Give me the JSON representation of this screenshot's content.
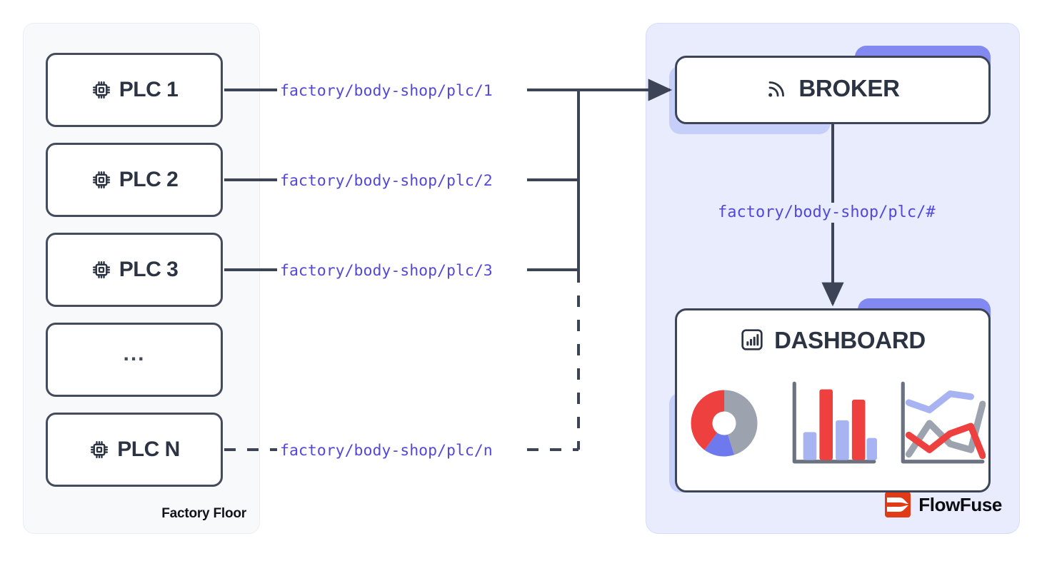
{
  "diagram": {
    "title": "MQTT factory topics to broker and dashboard",
    "colors": {
      "stroke": "#3c4455",
      "topic_text": "#5348d8",
      "panel_left_bg": "#f8f9fb",
      "panel_right_bg": "#e8ecfd",
      "shadow_dark": "#8289f0",
      "shadow_light": "#c6cffa",
      "chart_red": "#ef4040",
      "chart_blue": "#a8b4f2",
      "chart_periwinkle": "#6e79ee",
      "chart_gray": "#9ca3ae",
      "brand_orange": "#e03a16"
    }
  },
  "left_panel": {
    "label": "Factory Floor",
    "devices": [
      {
        "name": "PLC 1",
        "icon": "cpu-chip-icon",
        "has_icon": true
      },
      {
        "name": "PLC 2",
        "icon": "cpu-chip-icon",
        "has_icon": true
      },
      {
        "name": "PLC 3",
        "icon": "cpu-chip-icon",
        "has_icon": true
      },
      {
        "name": "...",
        "icon": "ellipsis",
        "has_icon": false
      },
      {
        "name": "PLC N",
        "icon": "cpu-chip-icon",
        "has_icon": true
      }
    ]
  },
  "topics": {
    "publish": [
      "factory/body-shop/plc/1",
      "factory/body-shop/plc/2",
      "factory/body-shop/plc/3",
      "factory/body-shop/plc/n"
    ],
    "subscribe": "factory/body-shop/plc/#"
  },
  "right_panel": {
    "broker": {
      "label": "BROKER",
      "icon": "signal-rss-icon"
    },
    "dashboard": {
      "label": "DASHBOARD",
      "icon": "bar-chart-square-icon"
    },
    "brand": {
      "name": "FlowFuse",
      "icon": "flowfuse-logo-icon"
    }
  },
  "chart_data": [
    {
      "type": "pie",
      "title": "",
      "labels": [
        "gray",
        "red",
        "periwinkle"
      ],
      "values": [
        45,
        40,
        15
      ],
      "colors": [
        "#9ca3ae",
        "#ef4040",
        "#6e79ee"
      ],
      "donut": true
    },
    {
      "type": "bar",
      "title": "",
      "categories": [
        "1",
        "2",
        "3",
        "4",
        "5"
      ],
      "values": [
        38,
        100,
        58,
        84,
        30
      ],
      "colors": [
        "#a8b4f2",
        "#ef4040",
        "#a8b4f2",
        "#ef4040",
        "#a8b4f2"
      ],
      "ylim": [
        0,
        100
      ],
      "grid": false
    },
    {
      "type": "line",
      "title": "",
      "x": [
        0,
        1,
        2,
        3,
        4
      ],
      "series": [
        {
          "name": "blue",
          "values": [
            80,
            70,
            88,
            86,
            84
          ],
          "color": "#a8b4f2"
        },
        {
          "name": "gray",
          "values": [
            12,
            56,
            26,
            18,
            80
          ],
          "color": "#9ca3ae"
        },
        {
          "name": "red",
          "values": [
            36,
            18,
            34,
            44,
            10
          ],
          "color": "#ef4040"
        }
      ],
      "ylim": [
        0,
        100
      ],
      "grid": false
    }
  ]
}
